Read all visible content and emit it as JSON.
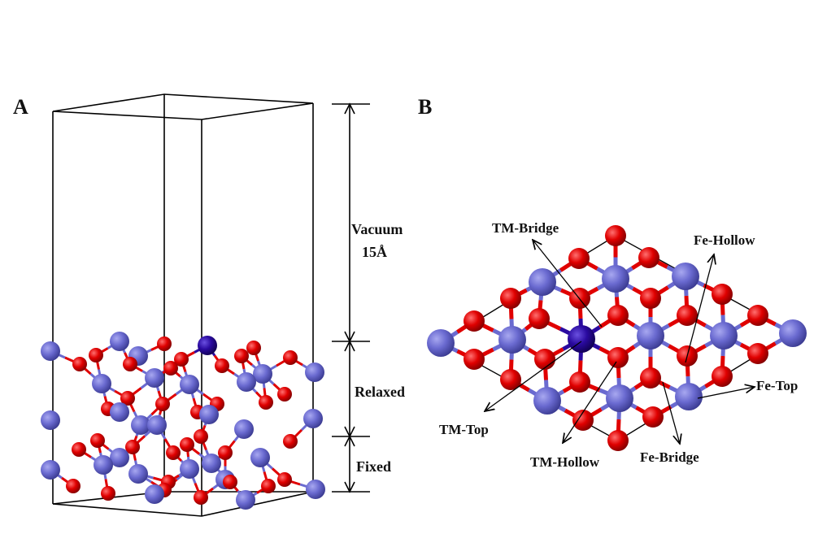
{
  "panel_a": {
    "letter": "A",
    "vacuum_label": "Vacuum",
    "vacuum_size": "15Å",
    "relaxed_label": "Relaxed",
    "fixed_label": "Fixed"
  },
  "panel_b": {
    "letter": "B",
    "sites": {
      "tm_bridge": "TM-Bridge",
      "fe_hollow": "Fe-Hollow",
      "tm_top": "TM-Top",
      "tm_hollow": "TM-Hollow",
      "fe_bridge": "Fe-Bridge",
      "fe_top": "Fe-Top"
    }
  },
  "colors": {
    "fe_atom": "#6a6ad0",
    "o_atom": "#e00000",
    "tm_atom": "#2a0aa0",
    "cell_line": "#000000"
  }
}
